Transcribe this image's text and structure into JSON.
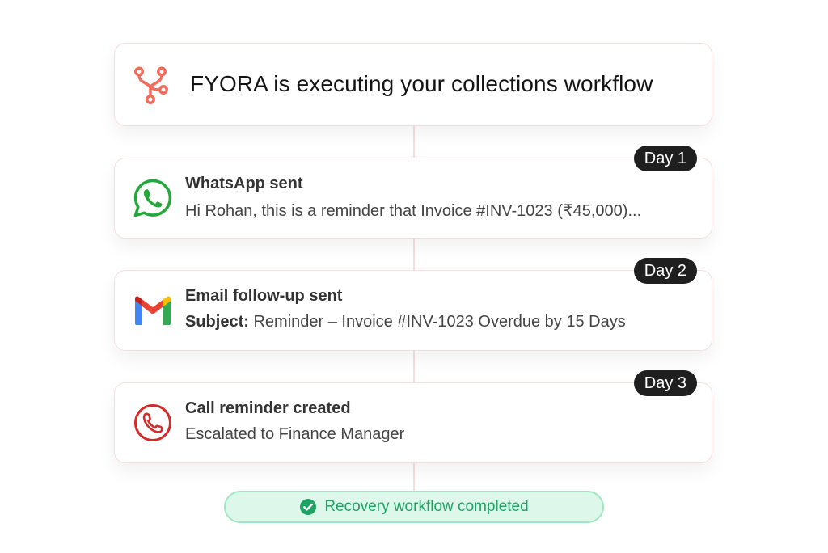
{
  "header": {
    "title": "FYORA is executing your collections workflow",
    "icon": "workflow-branch-icon",
    "icon_color": "#f26b5b"
  },
  "steps": [
    {
      "day": "Day 1",
      "icon": "whatsapp-icon",
      "title": "WhatsApp sent",
      "desc_prefix": "",
      "desc": "Hi Rohan, this is a reminder that Invoice #INV-1023 (₹45,000)..."
    },
    {
      "day": "Day 2",
      "icon": "gmail-icon",
      "title": "Email follow-up sent",
      "desc_prefix": "Subject:",
      "desc": " Reminder – Invoice #INV-1023 Overdue by 15 Days"
    },
    {
      "day": "Day 3",
      "icon": "phone-icon",
      "title": "Call reminder created",
      "desc_prefix": "",
      "desc": "Escalated to Finance Manager"
    }
  ],
  "status": {
    "icon": "check-circle-icon",
    "text": "Recovery workflow completed",
    "color": "#1ea364"
  },
  "colors": {
    "badge_bg": "#1f1f1f",
    "whatsapp_green": "#25a83b",
    "phone_red": "#d42a2a",
    "card_border": "#f6dedf"
  }
}
